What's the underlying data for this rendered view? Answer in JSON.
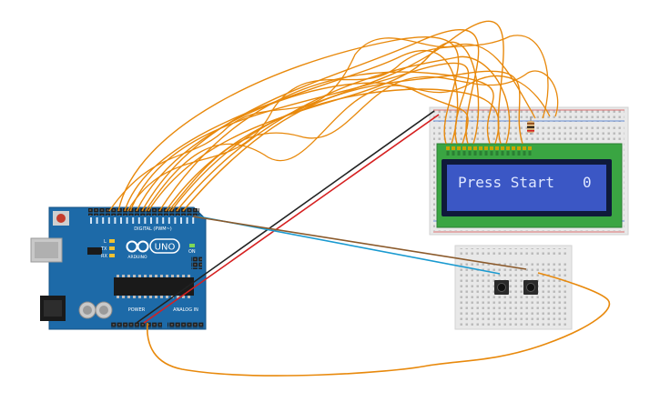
{
  "lcd": {
    "line1": "Press Start",
    "score": "0"
  },
  "arduino": {
    "model_label": "UNO",
    "brand_label": "ARDUINO",
    "digital_header": "DIGITAL (PWM~)",
    "power_header": "POWER",
    "analog_header": "ANALOG IN",
    "led_l": "L",
    "led_tx": "TX",
    "led_rx": "RX",
    "led_on": "ON"
  },
  "colors": {
    "wire_signal": "#e8890c",
    "wire_red": "#d62020",
    "wire_black": "#222222",
    "wire_blue": "#1a9ad0",
    "wire_brown": "#8b5a2b",
    "board": "#1d6aa8",
    "lcd_bezel": "#3aa542",
    "lcd_screen": "#3b57c5",
    "lcd_text": "#dfe7ff"
  }
}
